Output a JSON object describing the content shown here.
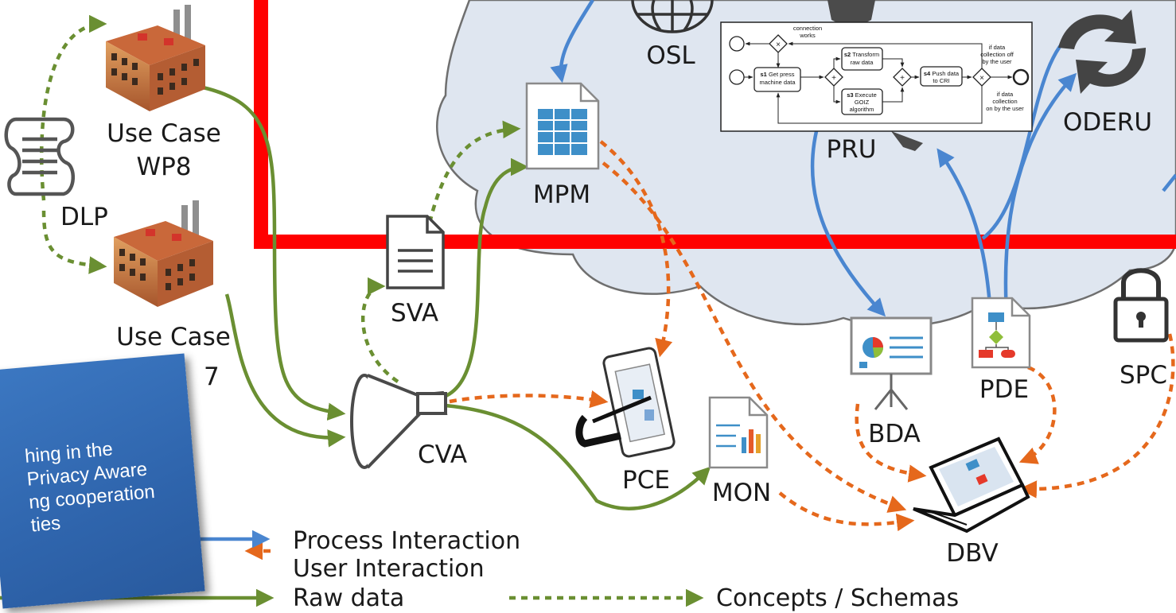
{
  "nodes": {
    "use_case_wp8": [
      "Use Case",
      "WP8"
    ],
    "use_case_wp7": "Use Case",
    "use_case_wp7_fragment": "7",
    "dlp": "DLP",
    "sva": "SVA",
    "cva": "CVA",
    "mpm": "MPM",
    "osl": "OSL",
    "pru": "PRU",
    "oderu": "ODERU",
    "pce": "PCE",
    "mon": "MON",
    "bda": "BDA",
    "pde": "PDE",
    "spc": "SPC",
    "dbv": "DBV"
  },
  "bpmn": {
    "connection_works": [
      "connection",
      "works"
    ],
    "s1": {
      "id": "s1",
      "lines": [
        "Get press",
        "machine data"
      ]
    },
    "s2": {
      "id": "s2",
      "lines": [
        "Transform",
        "raw data"
      ]
    },
    "s3": {
      "id": "s3",
      "lines": [
        "Execute",
        "GOIZ",
        "algorithm"
      ]
    },
    "s4": {
      "id": "s4",
      "lines": [
        "Push data",
        "to CRI"
      ]
    },
    "collection_off": [
      "if data",
      "collection off",
      "by the user"
    ],
    "collection_on": [
      "if data",
      "collection",
      "on by the user"
    ]
  },
  "legend": {
    "process_interaction": "Process Interaction",
    "user_interaction": "User Interaction",
    "raw_data": "Raw data",
    "concepts_schemas": "Concepts / Schemas"
  },
  "note": {
    "lines": [
      "hing in the",
      "Privacy Aware",
      "ng cooperation",
      "ties"
    ]
  },
  "colors": {
    "process": "#4a86d0",
    "user": "#e5681c",
    "raw": "#6a8f32",
    "concept": "#6a8f32",
    "highlight": "#ff0000",
    "cloud": "#dfe6f0",
    "note": "#2f65ad"
  }
}
